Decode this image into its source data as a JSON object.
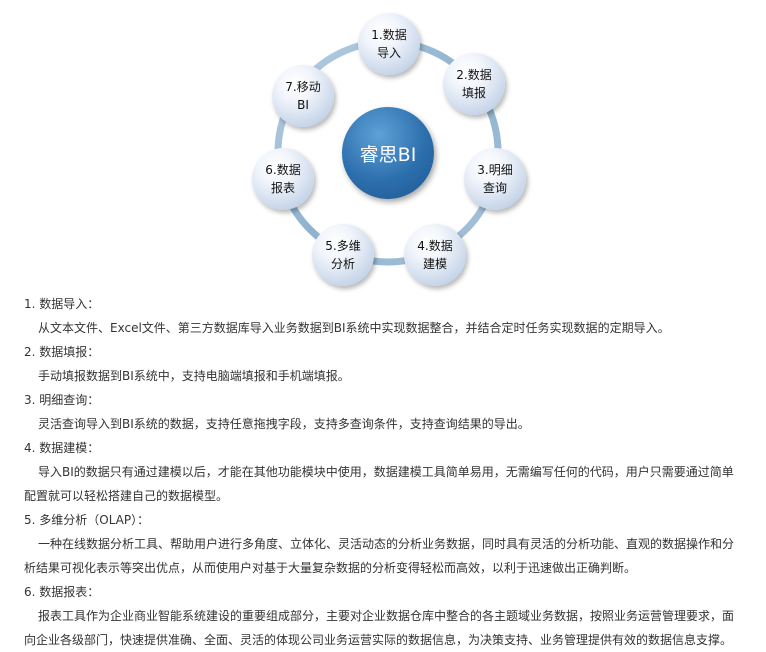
{
  "diagram": {
    "center_label": "睿思BI",
    "nodes": [
      {
        "line1": "1.数据",
        "line2": "导入"
      },
      {
        "line1": "2.数据",
        "line2": "填报"
      },
      {
        "line1": "3.明细",
        "line2": "查询"
      },
      {
        "line1": "4.数据",
        "line2": "建模"
      },
      {
        "line1": "5.多维",
        "line2": "分析"
      },
      {
        "line1": "6.数据",
        "line2": "报表"
      },
      {
        "line1": "7.移动",
        "line2": "BI"
      }
    ],
    "colors": {
      "ring": "#8fb3cf",
      "center": "#2c6fad",
      "node": "#c9d7ea"
    }
  },
  "sections": [
    {
      "heading": "1. 数据导入：",
      "description": "从文本文件、Excel文件、第三方数据库导入业务数据到BI系统中实现数据整合，并结合定时任务实现数据的定期导入。"
    },
    {
      "heading": "2. 数据填报：",
      "description": "手动填报数据到BI系统中，支持电脑端填报和手机端填报。"
    },
    {
      "heading": "3. 明细查询：",
      "description": "灵活查询导入到BI系统的数据，支持任意拖拽字段，支持多查询条件，支持查询结果的导出。"
    },
    {
      "heading": "4. 数据建模：",
      "description": "导入BI的数据只有通过建模以后，才能在其他功能模块中使用，数据建模工具简单易用，无需编写任何的代码，用户只需要通过简单配置就可以轻松搭建自己的数据模型。"
    },
    {
      "heading": "5. 多维分析（OLAP）：",
      "description": "一种在线数据分析工具、帮助用户进行多角度、立体化、灵活动态的分析业务数据，同时具有灵活的分析功能、直观的数据操作和分析结果可视化表示等突出优点，从而使用户对基于大量复杂数据的分析变得轻松而高效，以利于迅速做出正确判断。"
    },
    {
      "heading": "6. 数据报表：",
      "description": "报表工具作为企业商业智能系统建设的重要组成部分，主要对企业数据仓库中整合的各主题域业务数据，按照业务运营管理要求，面向企业各级部门，快速提供准确、全面、灵活的体现公司业务运营实际的数据信息，为决策支持、业务管理提供有效的数据信息支撑。"
    }
  ]
}
